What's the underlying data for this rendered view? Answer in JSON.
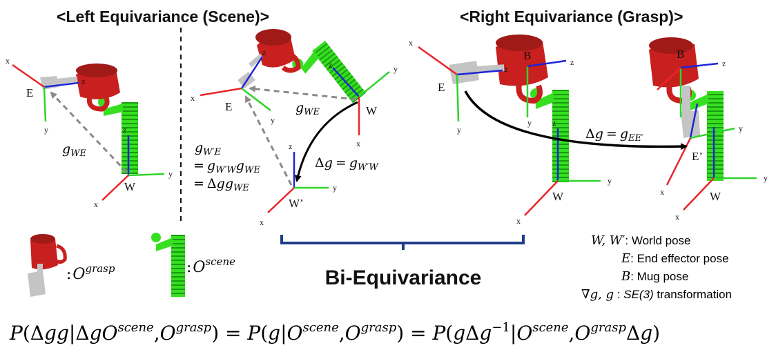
{
  "headers": {
    "left": "<Left Equivariance (Scene)>",
    "right": "<Right Equivariance (Grasp)>"
  },
  "bi_label": "Bi-Equivariance",
  "frames": {
    "E": "E",
    "W": "W",
    "W_prime": "W’",
    "B": "B",
    "E_prime": "E’"
  },
  "axes": {
    "x": "x",
    "y": "y",
    "z": "z"
  },
  "math": {
    "g": "g",
    "WE": "WE",
    "W_prime_E": "W′E",
    "eq": "=",
    "W_prime_W": "W′W",
    "delta": "Δ",
    "EE_prime": "EE′",
    "O": "O",
    "grasp": "grasp",
    "scene": "scene",
    "colon": ":",
    "equation": {
      "P": "P",
      "lp": "(",
      "rp": ")",
      "bar": "|",
      "comma": ",",
      "eqsign": " = ",
      "minus_one": "−1"
    }
  },
  "legend": {
    "world_sym": "W, W′",
    "world": ": World pose",
    "ee_sym": "E",
    "ee": ": End effector pose",
    "mug_sym": "B",
    "mug": ": Mug pose",
    "tf_sym": "∇g, g",
    "tf_colon": " : ",
    "tf_se3": "SE(3)",
    "tf_rest": " transformation"
  },
  "colors": {
    "red": "#e8242a",
    "green": "#2fd42a",
    "blue": "#1e24d6",
    "mug": "#c8201e",
    "gripper": "#c4c4c4",
    "brace": "#1f3d8a",
    "dashed": "#8a8a8a"
  }
}
